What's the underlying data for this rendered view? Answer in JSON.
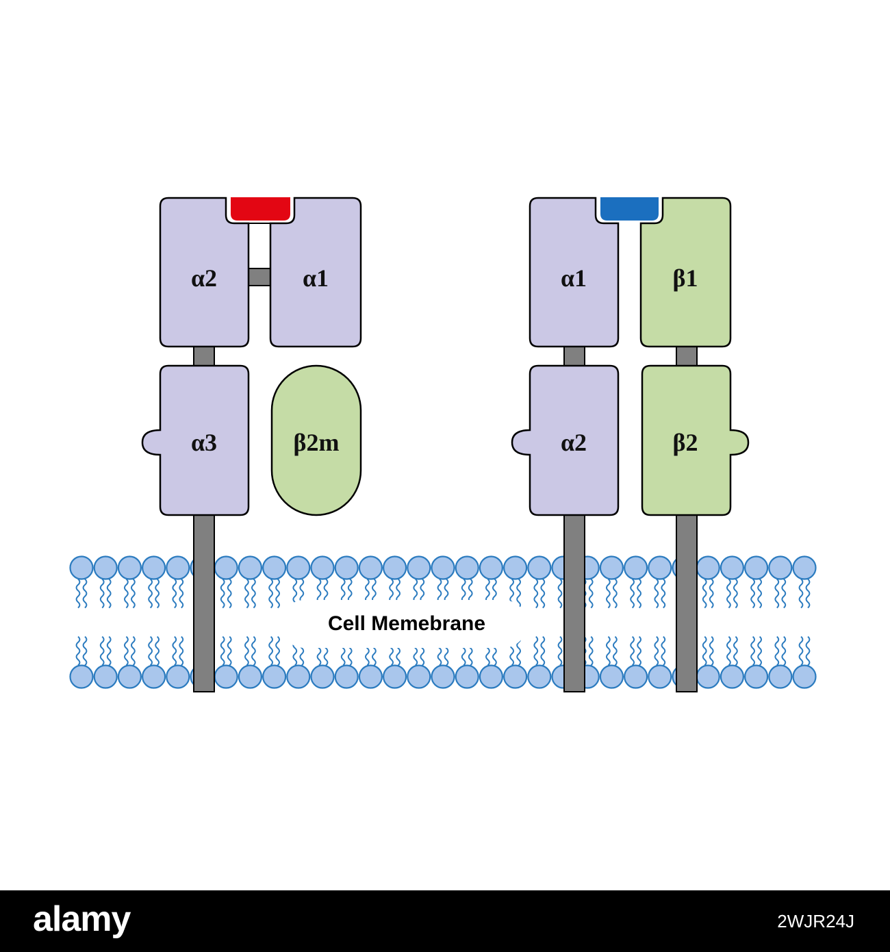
{
  "mhc1": {
    "alpha2": "α2",
    "alpha1": "α1",
    "alpha3": "α3",
    "beta2m": "β2m"
  },
  "mhc2": {
    "alpha1": "α1",
    "beta1": "β1",
    "alpha2": "α2",
    "beta2": "β2"
  },
  "membrane": {
    "label": "Cell Memebrane"
  },
  "footer": {
    "brand": "alamy",
    "image_id": "2WJR24J"
  },
  "colors": {
    "alpha_domain": "#cbc8e5",
    "beta_domain": "#c5dca6",
    "peptide_mhc1": "#e30613",
    "peptide_mhc2": "#1b6fbf",
    "stalk": "#808080",
    "lipid_head": "#a9c6ec",
    "lipid_outline": "#2b7bbf",
    "lipid_tail": "#2b7bbf"
  }
}
